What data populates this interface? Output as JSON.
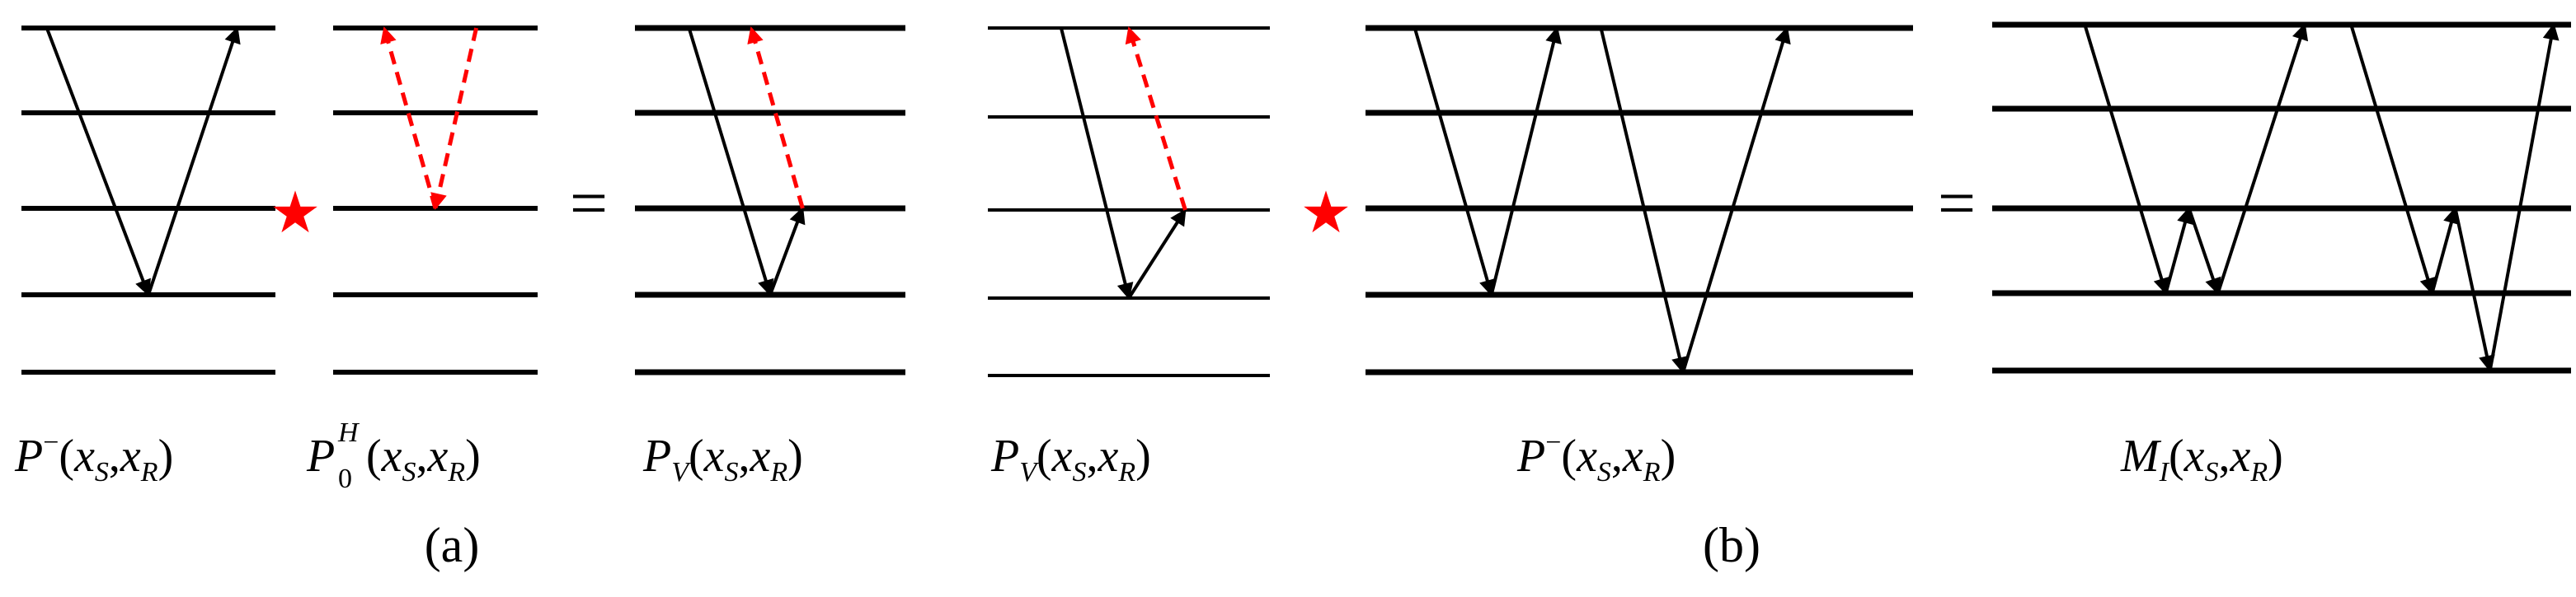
{
  "colors": {
    "line": "#000000",
    "arrow_black": "#000000",
    "arrow_red": "#ff0000",
    "star": "#ff0000"
  },
  "operators": {
    "convolution": "★",
    "equals": "="
  },
  "panel_captions": {
    "a": "(a)",
    "b": "(b)"
  },
  "labels": {
    "p_minus": {
      "sym": "P",
      "sup": "−",
      "args": [
        "x",
        "S",
        "x",
        "R"
      ]
    },
    "p0h": {
      "sym": "P",
      "sup": "H",
      "sub": "0",
      "args": [
        "x",
        "S",
        "x",
        "R"
      ]
    },
    "pv1": {
      "sym": "P",
      "sub": "V",
      "args": [
        "x",
        "S",
        "x",
        "R"
      ]
    },
    "pv2": {
      "sym": "P",
      "sub": "V",
      "args": [
        "x",
        "S",
        "x",
        "R"
      ]
    },
    "p_minus_b": {
      "sym": "P",
      "sup": "−",
      "args": [
        "x",
        "S",
        "x",
        "R"
      ]
    },
    "mi": {
      "sym": "M",
      "sub": "I",
      "args": [
        "x",
        "S",
        "x",
        "R"
      ]
    }
  },
  "diagrams": [
    {
      "id": "p-minus-a",
      "lines": 5,
      "paths": [
        {
          "style": "solid",
          "points": [
            [
              0.1,
              0
            ],
            [
              0.5,
              3
            ],
            [
              0.85,
              0
            ]
          ]
        }
      ]
    },
    {
      "id": "p0h-a",
      "lines": 5,
      "paths": [
        {
          "style": "dashed",
          "points": [
            [
              0.5,
              2
            ],
            [
              0.25,
              0
            ]
          ]
        },
        {
          "style": "dashed",
          "points": [
            [
              0.7,
              0
            ],
            [
              0.5,
              2
            ]
          ]
        }
      ]
    },
    {
      "id": "pv-a1",
      "lines": 5,
      "paths": [
        {
          "style": "solid",
          "points": [
            [
              0.2,
              0
            ],
            [
              0.5,
              3
            ],
            [
              0.62,
              2
            ]
          ]
        },
        {
          "style": "dashed",
          "points": [
            [
              0.62,
              2
            ],
            [
              0.43,
              0
            ]
          ]
        }
      ]
    },
    {
      "id": "pv-a2",
      "lines": 5,
      "paths": [
        {
          "style": "solid",
          "points": [
            [
              0.26,
              0
            ],
            [
              0.5,
              3
            ],
            [
              0.7,
              2
            ]
          ]
        },
        {
          "style": "dashed",
          "points": [
            [
              0.7,
              2
            ],
            [
              0.5,
              0
            ]
          ]
        }
      ]
    },
    {
      "id": "p-minus-b",
      "lines": 5,
      "paths": [
        {
          "style": "solid",
          "points": [
            [
              0.09,
              0
            ],
            [
              0.23,
              3
            ],
            [
              0.35,
              0
            ]
          ]
        },
        {
          "style": "solid",
          "points": [
            [
              0.43,
              0
            ],
            [
              0.58,
              4
            ],
            [
              0.77,
              0
            ]
          ]
        }
      ]
    },
    {
      "id": "mi-b",
      "lines": 5,
      "paths": [
        {
          "style": "solid",
          "points": [
            [
              0.16,
              0
            ],
            [
              0.3,
              3
            ],
            [
              0.34,
              2
            ],
            [
              0.39,
              3
            ],
            [
              0.54,
              0
            ]
          ]
        },
        {
          "style": "solid",
          "points": [
            [
              0.62,
              0
            ],
            [
              0.76,
              3
            ],
            [
              0.8,
              2
            ],
            [
              0.86,
              4
            ],
            [
              0.97,
              0
            ]
          ]
        }
      ]
    }
  ]
}
